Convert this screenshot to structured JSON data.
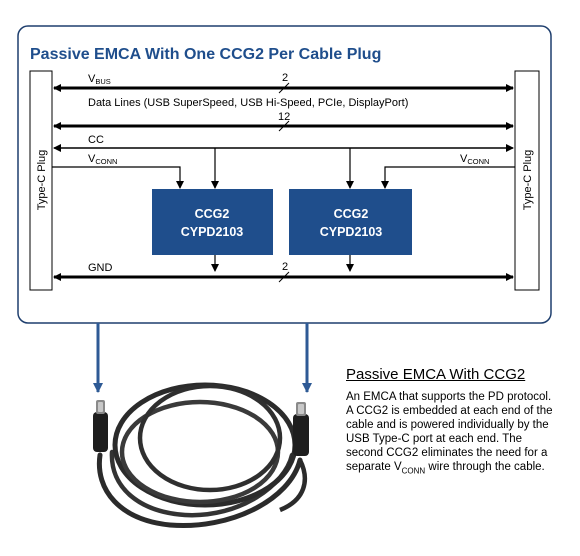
{
  "title": "Passive EMCA With One CCG2 Per Cable Plug",
  "plug_label": "Type-C Plug",
  "signals": {
    "vbus_main": "V",
    "vbus_sub": "BUS",
    "vbus_count": "2",
    "data_lines": "Data Lines (USB SuperSpeed, USB Hi-Speed, PCIe, DisplayPort)",
    "data_count": "12",
    "cc": "CC",
    "vconn_main": "V",
    "vconn_sub": "CONN",
    "gnd": "GND",
    "gnd_count": "2"
  },
  "chips": [
    {
      "line1": "CCG2",
      "line2": "CYPD2103"
    },
    {
      "line1": "CCG2",
      "line2": "CYPD2103"
    }
  ],
  "description": {
    "heading": "Passive EMCA With CCG2",
    "text_before": "An EMCA that supports the PD protocol. A CCG2 is embedded at each end of the cable and is powered individually by the USB Type-C port at each end. The second CCG2 eliminates the need for a separate V",
    "text_sub": "CONN",
    "text_after": " wire through the cable."
  },
  "colors": {
    "frame": "#1f3f6e",
    "chip_fill": "#1f4e8c",
    "title": "#1f4e8c",
    "arrow_blue": "#2e5a95",
    "cable": "#2b2b2b"
  },
  "icons": [
    "usb-c-cable-icon"
  ]
}
